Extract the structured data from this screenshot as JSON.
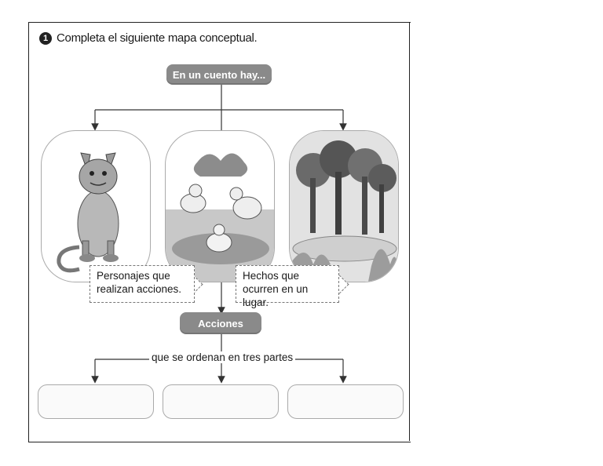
{
  "activity": {
    "number": "1",
    "instruction": "Completa el siguiente mapa conceptual."
  },
  "concept_map": {
    "root": "En un cuento hay...",
    "branches": [
      {
        "image": "cat-illustration",
        "note": [
          "Personajes que",
          "realizan acciones."
        ]
      },
      {
        "image": "ducks-illustration",
        "note": null
      },
      {
        "image": "forest-illustration",
        "note": [
          "Hechos que",
          "ocurren en un lugar."
        ]
      }
    ],
    "actions_label": "Acciones",
    "connector_text": "que se ordenan en tres partes",
    "answer_boxes": [
      "",
      "",
      ""
    ]
  }
}
